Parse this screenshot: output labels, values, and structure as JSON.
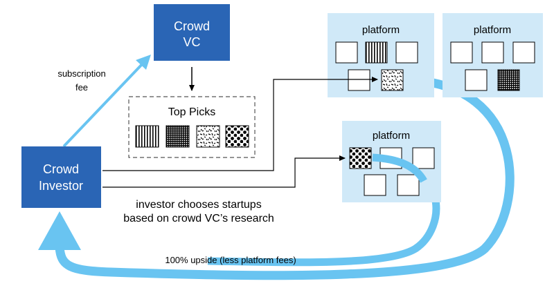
{
  "crowd_vc": {
    "line1": "Crowd",
    "line2": "VC"
  },
  "crowd_investor": {
    "line1": "Crowd",
    "line2": "Investor"
  },
  "subscription_fee": {
    "line1": "subscription",
    "line2": "fee"
  },
  "top_picks": {
    "title": "Top Picks",
    "patterns": [
      "vertical-stripes",
      "grid",
      "speckled",
      "polka-dots"
    ]
  },
  "platforms": [
    {
      "title": "platform"
    },
    {
      "title": "platform"
    },
    {
      "title": "platform"
    }
  ],
  "caption": {
    "line1": "investor chooses startups",
    "line2": "based on crowd VC’s research"
  },
  "upside_label": "100% upside (less platform fees)",
  "colors": {
    "dark_blue": "#2a65b5",
    "light_blue": "#d0e9f8",
    "arrow_blue": "#69c4f1",
    "black": "#000000"
  }
}
